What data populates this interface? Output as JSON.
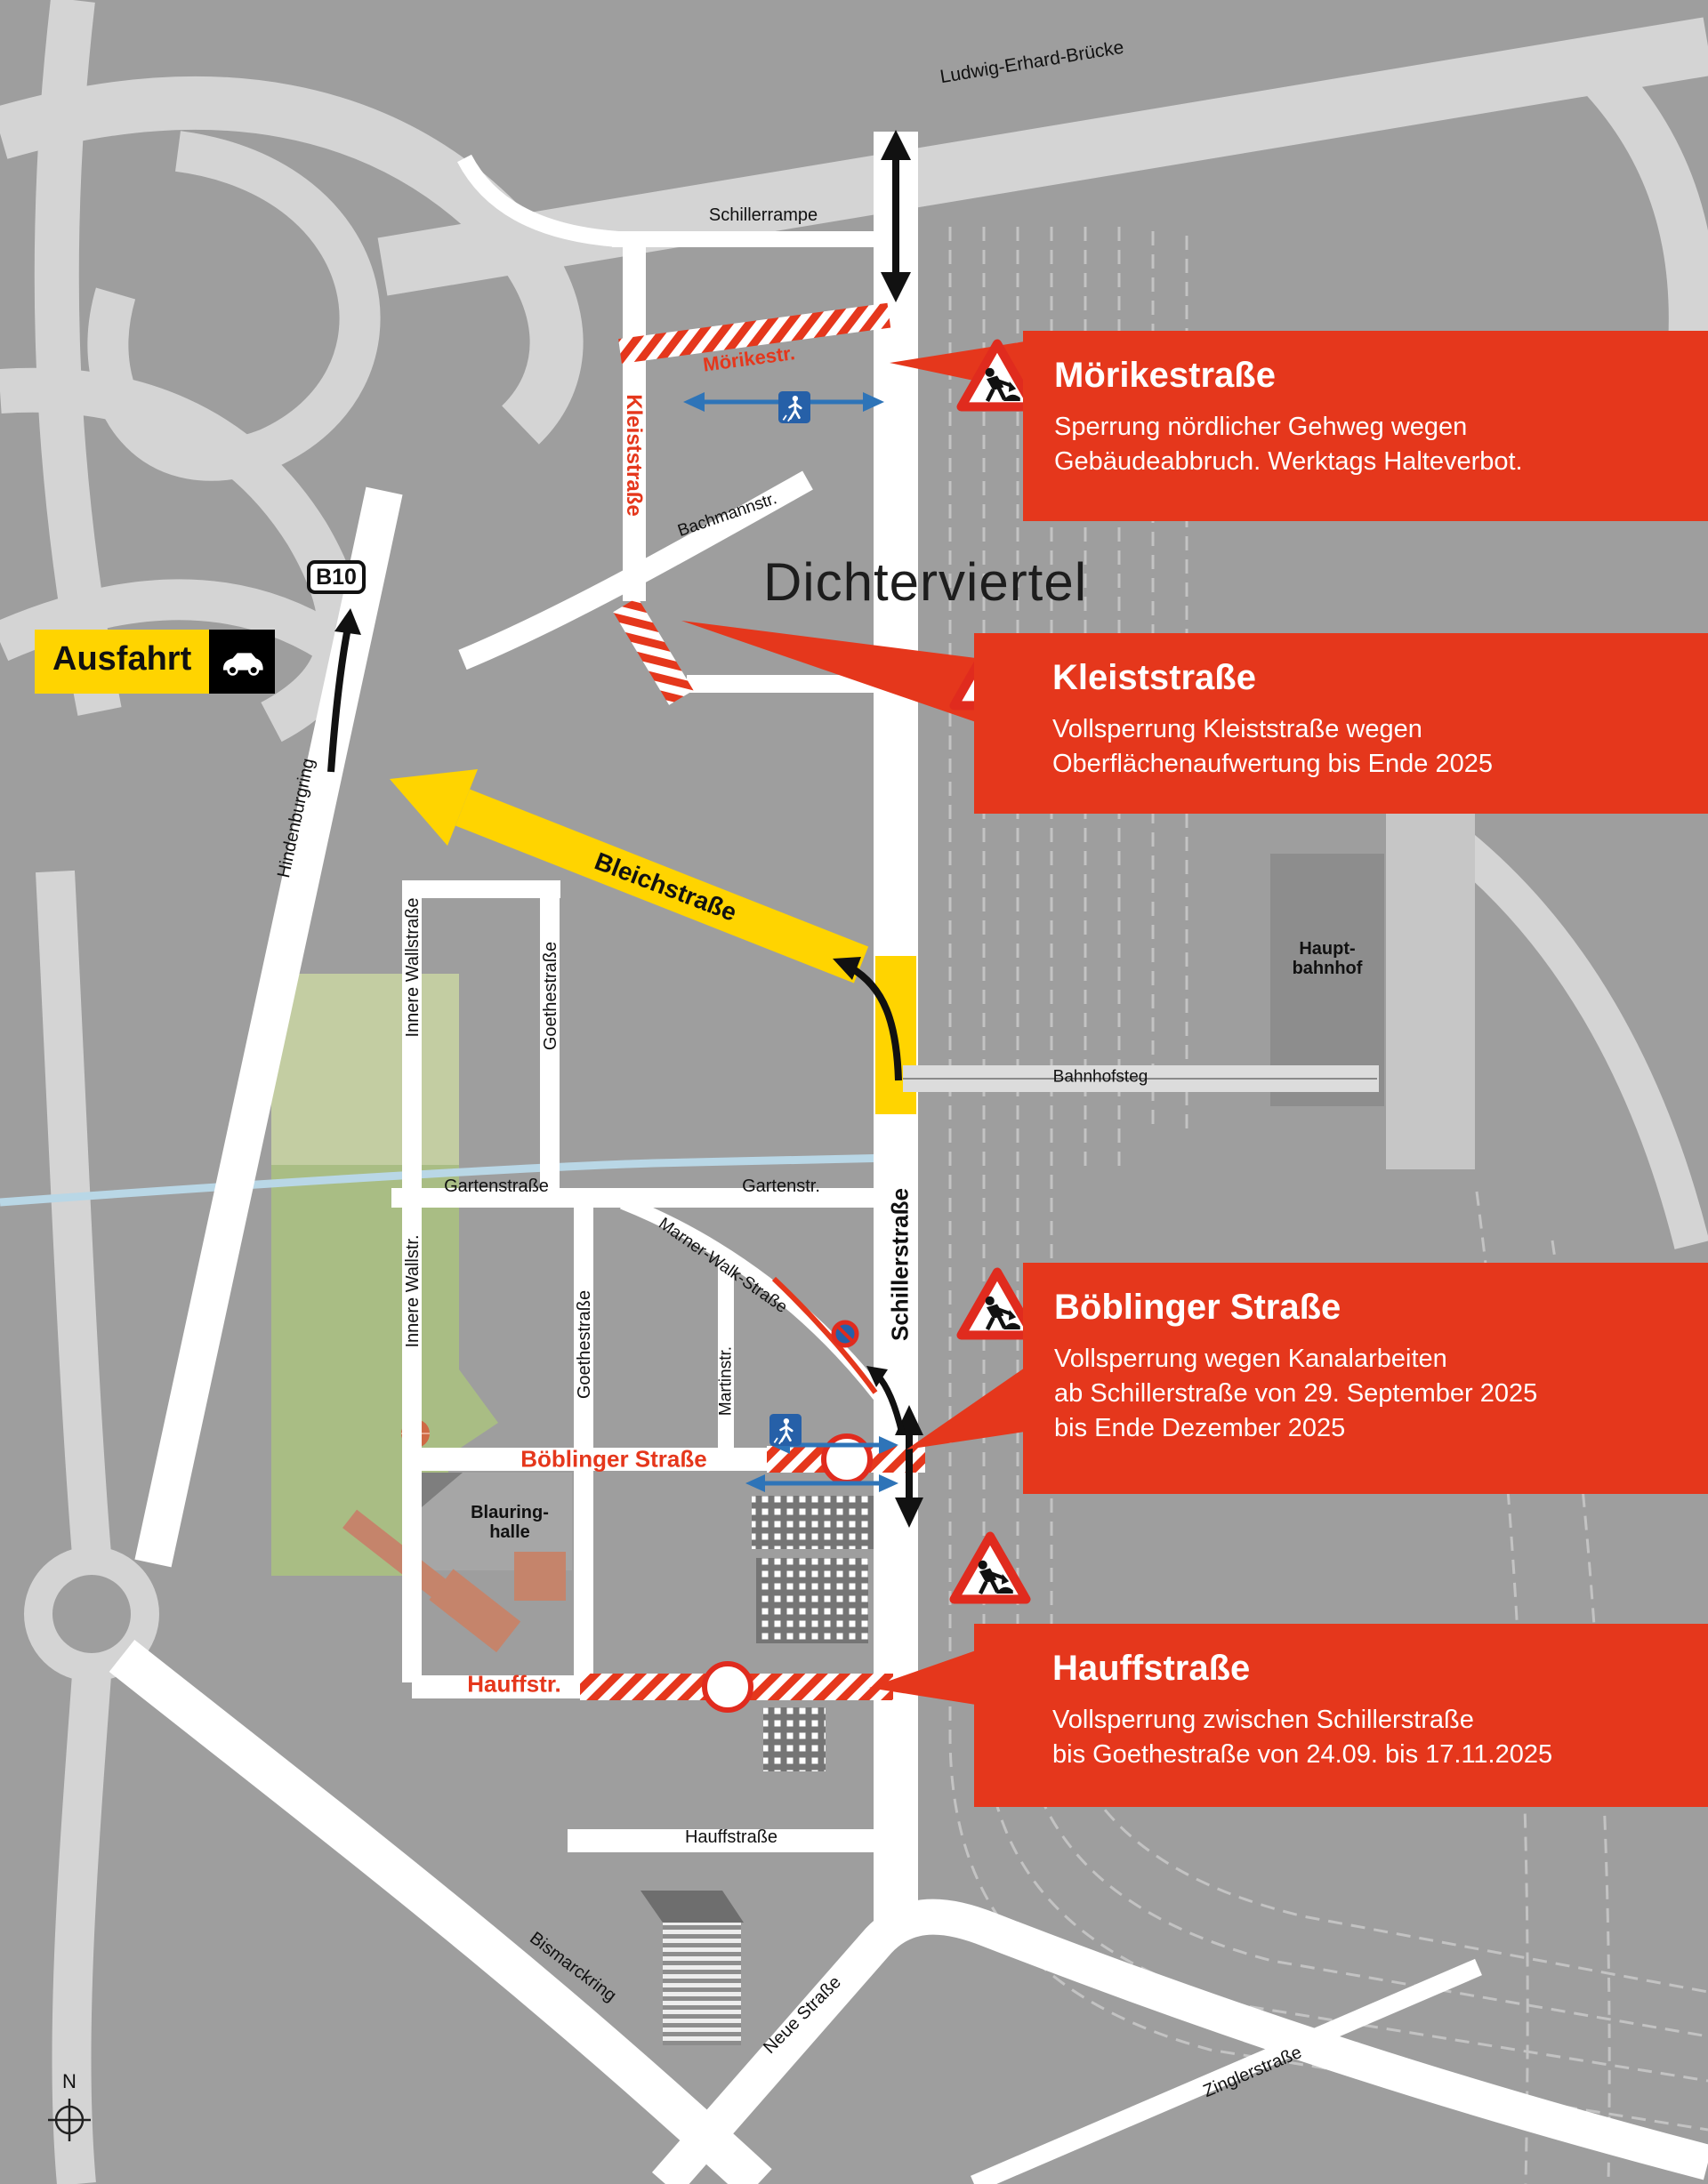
{
  "map": {
    "title": "Dichterviertel",
    "compass_label": "N"
  },
  "streets": {
    "ludwig_erhard_bruecke": "Ludwig-Erhard-Brücke",
    "schillerrampe": "Schillerrampe",
    "moerikestr": "Mörikestr.",
    "kleiststrasse": "Kleiststraße",
    "bachmannstr": "Bachmannstr.",
    "hindenburgring": "Hindenburgring",
    "bleichstrasse": "Bleichstraße",
    "innere_wallstrasse": "Innere Wallstraße",
    "goethestrasse_nord": "Goethestraße",
    "bahnhofsteg": "Bahnhofsteg",
    "gartenstrasse": "Gartenstraße",
    "gartenstr": "Gartenstr.",
    "marner_walk_strasse": "Marner-Walk-Straße",
    "schillerstrasse": "Schillerstraße",
    "innere_wallstr": "Innere Wallstr.",
    "goethestrasse_sued": "Goethestraße",
    "martinstr": "Martinstr.",
    "boeblinger_strasse": "Böblinger Straße",
    "hauffstr": "Hauffstr.",
    "hauffstrasse": "Hauffstraße",
    "bismarckring": "Bismarckring",
    "neue_strasse": "Neue Straße",
    "zinglerstrasse": "Zinglerstraße"
  },
  "places": {
    "hauptbahnhof": "Haupt-\nbahnhof",
    "blauringhalle": "Blauring-\nhalle"
  },
  "signs": {
    "b10": "B10",
    "ausfahrt": "Ausfahrt"
  },
  "callouts": [
    {
      "title": "Mörikestraße",
      "body": "Sperrung nördlicher Gehweg wegen\nGebäudeabbruch. Werktags Halteverbot."
    },
    {
      "title": "Kleiststraße",
      "body": "Vollsperrung Kleiststraße wegen\nOberflächenaufwertung bis Ende 2025"
    },
    {
      "title": "Böblinger Straße",
      "body": "Vollsperrung wegen Kanalarbeiten\nab Schillerstraße von 29. September 2025\nbis Ende Dezember 2025"
    },
    {
      "title": "Hauffstraße",
      "body": "Vollsperrung zwischen Schillerstraße\nbis Goethestraße von 24.09. bis 17.11.2025"
    }
  ],
  "colors": {
    "alert_red": "#e5371c",
    "route_yellow": "#ffd400",
    "map_gray": "#9e9e9e",
    "road_white": "#ffffff"
  }
}
